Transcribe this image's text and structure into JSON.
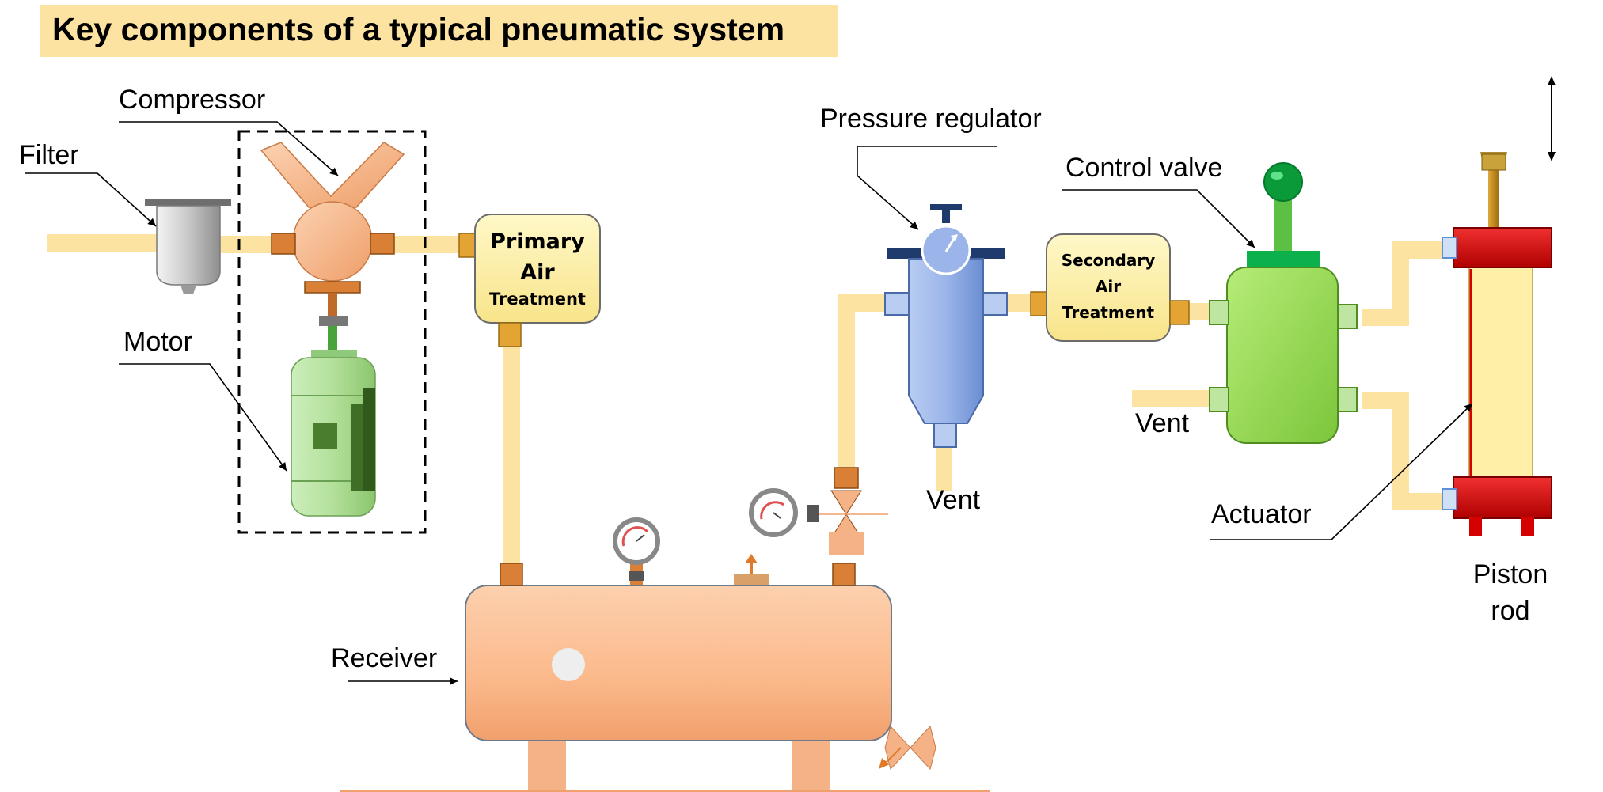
{
  "title": "Key components of a typical pneumatic system",
  "labels": {
    "filter": "Filter",
    "compressor": "Compressor",
    "motor": "Motor",
    "primary_air_treatment": [
      "Primary",
      "Air",
      "Treatment"
    ],
    "pressure_regulator": "Pressure regulator",
    "secondary_air_treatment": [
      "Secondary",
      "Air",
      "Treatment"
    ],
    "control_valve": "Control valve",
    "vent_regulator": "Vent",
    "vent_valve": "Vent",
    "actuator": "Actuator",
    "piston_rod": [
      "Piston",
      "rod"
    ],
    "receiver": "Receiver"
  },
  "colors": {
    "title_band": "#fde3a1",
    "air_line": "#fde3a1",
    "compressor": "#f7b98b",
    "motor": "#b3e09a",
    "motor_dark": "#4a7d2c",
    "treatment_box": "#fff3a6",
    "regulator_body": "#9bb5ea",
    "regulator_cap": "#1f3b6d",
    "control_valve": "#99dd55",
    "valve_top": "#0db14b",
    "valve_knob": "#0a9a3a",
    "actuator_cap": "#d90000",
    "actuator_body": "#fff0a8",
    "piston_rod": "#c08a16",
    "receiver": "#fbb98b",
    "fitting_copper": "#d98036",
    "fitting_blue": "#5d8fd6",
    "fitting_green": "#7bc14f"
  }
}
